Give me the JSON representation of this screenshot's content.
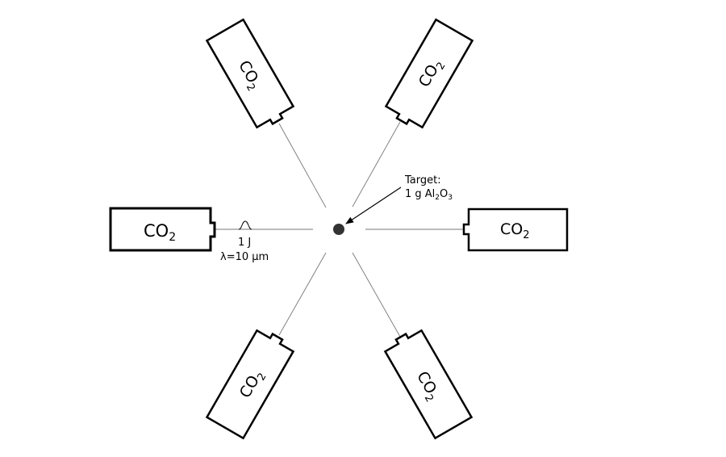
{
  "lasers": {
    "gas": "CO",
    "subscript": "2"
  },
  "pulse": {
    "energy": "1 J",
    "wavelength": "λ=10 µm"
  },
  "target": {
    "label": "Target:",
    "mass": "1 g Al",
    "sub1": "2",
    "mid": "O",
    "sub2": "3"
  },
  "colors": {
    "target_dot": "#333333",
    "beam": "#777777"
  }
}
